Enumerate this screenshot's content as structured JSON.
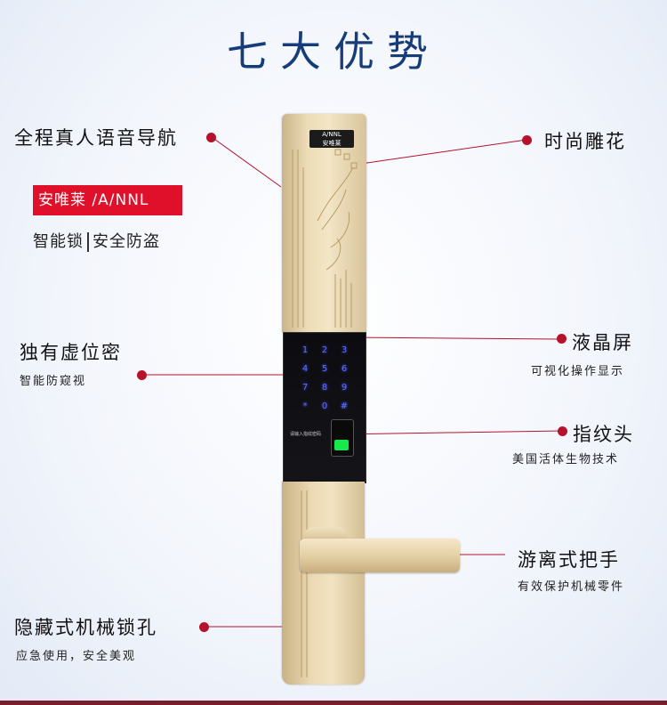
{
  "title": "七大优势",
  "brand": {
    "top_text": "安唯莱 /A/NNL",
    "bottom_left": "智能锁",
    "bottom_right": "安全防盗"
  },
  "lock": {
    "logo_brand": "A/NNL",
    "logo_name": "安唯莱",
    "keypad": [
      "1",
      "2",
      "3",
      "4",
      "5",
      "6",
      "7",
      "8",
      "9",
      "*",
      "0",
      "#"
    ],
    "fp_label": "请输入指纹密码"
  },
  "features": {
    "voice": {
      "label": "全程真人语音导航"
    },
    "carving": {
      "label": "时尚雕花"
    },
    "virtual": {
      "label": "独有虚位密",
      "sub": "智能防窥视"
    },
    "lcd": {
      "label": "液晶屏",
      "sub": "可视化操作显示"
    },
    "fingerprint": {
      "label": "指纹头",
      "sub": "美国活体生物技术"
    },
    "handle": {
      "label": "游离式把手",
      "sub": "有效保护机械零件"
    },
    "keyhole": {
      "label": "隐藏式机械锁孔",
      "sub": "应急使用，安全美观"
    }
  },
  "colors": {
    "title": "#163d7a",
    "dot": "#b5122c",
    "brand_red": "#e0102a"
  }
}
